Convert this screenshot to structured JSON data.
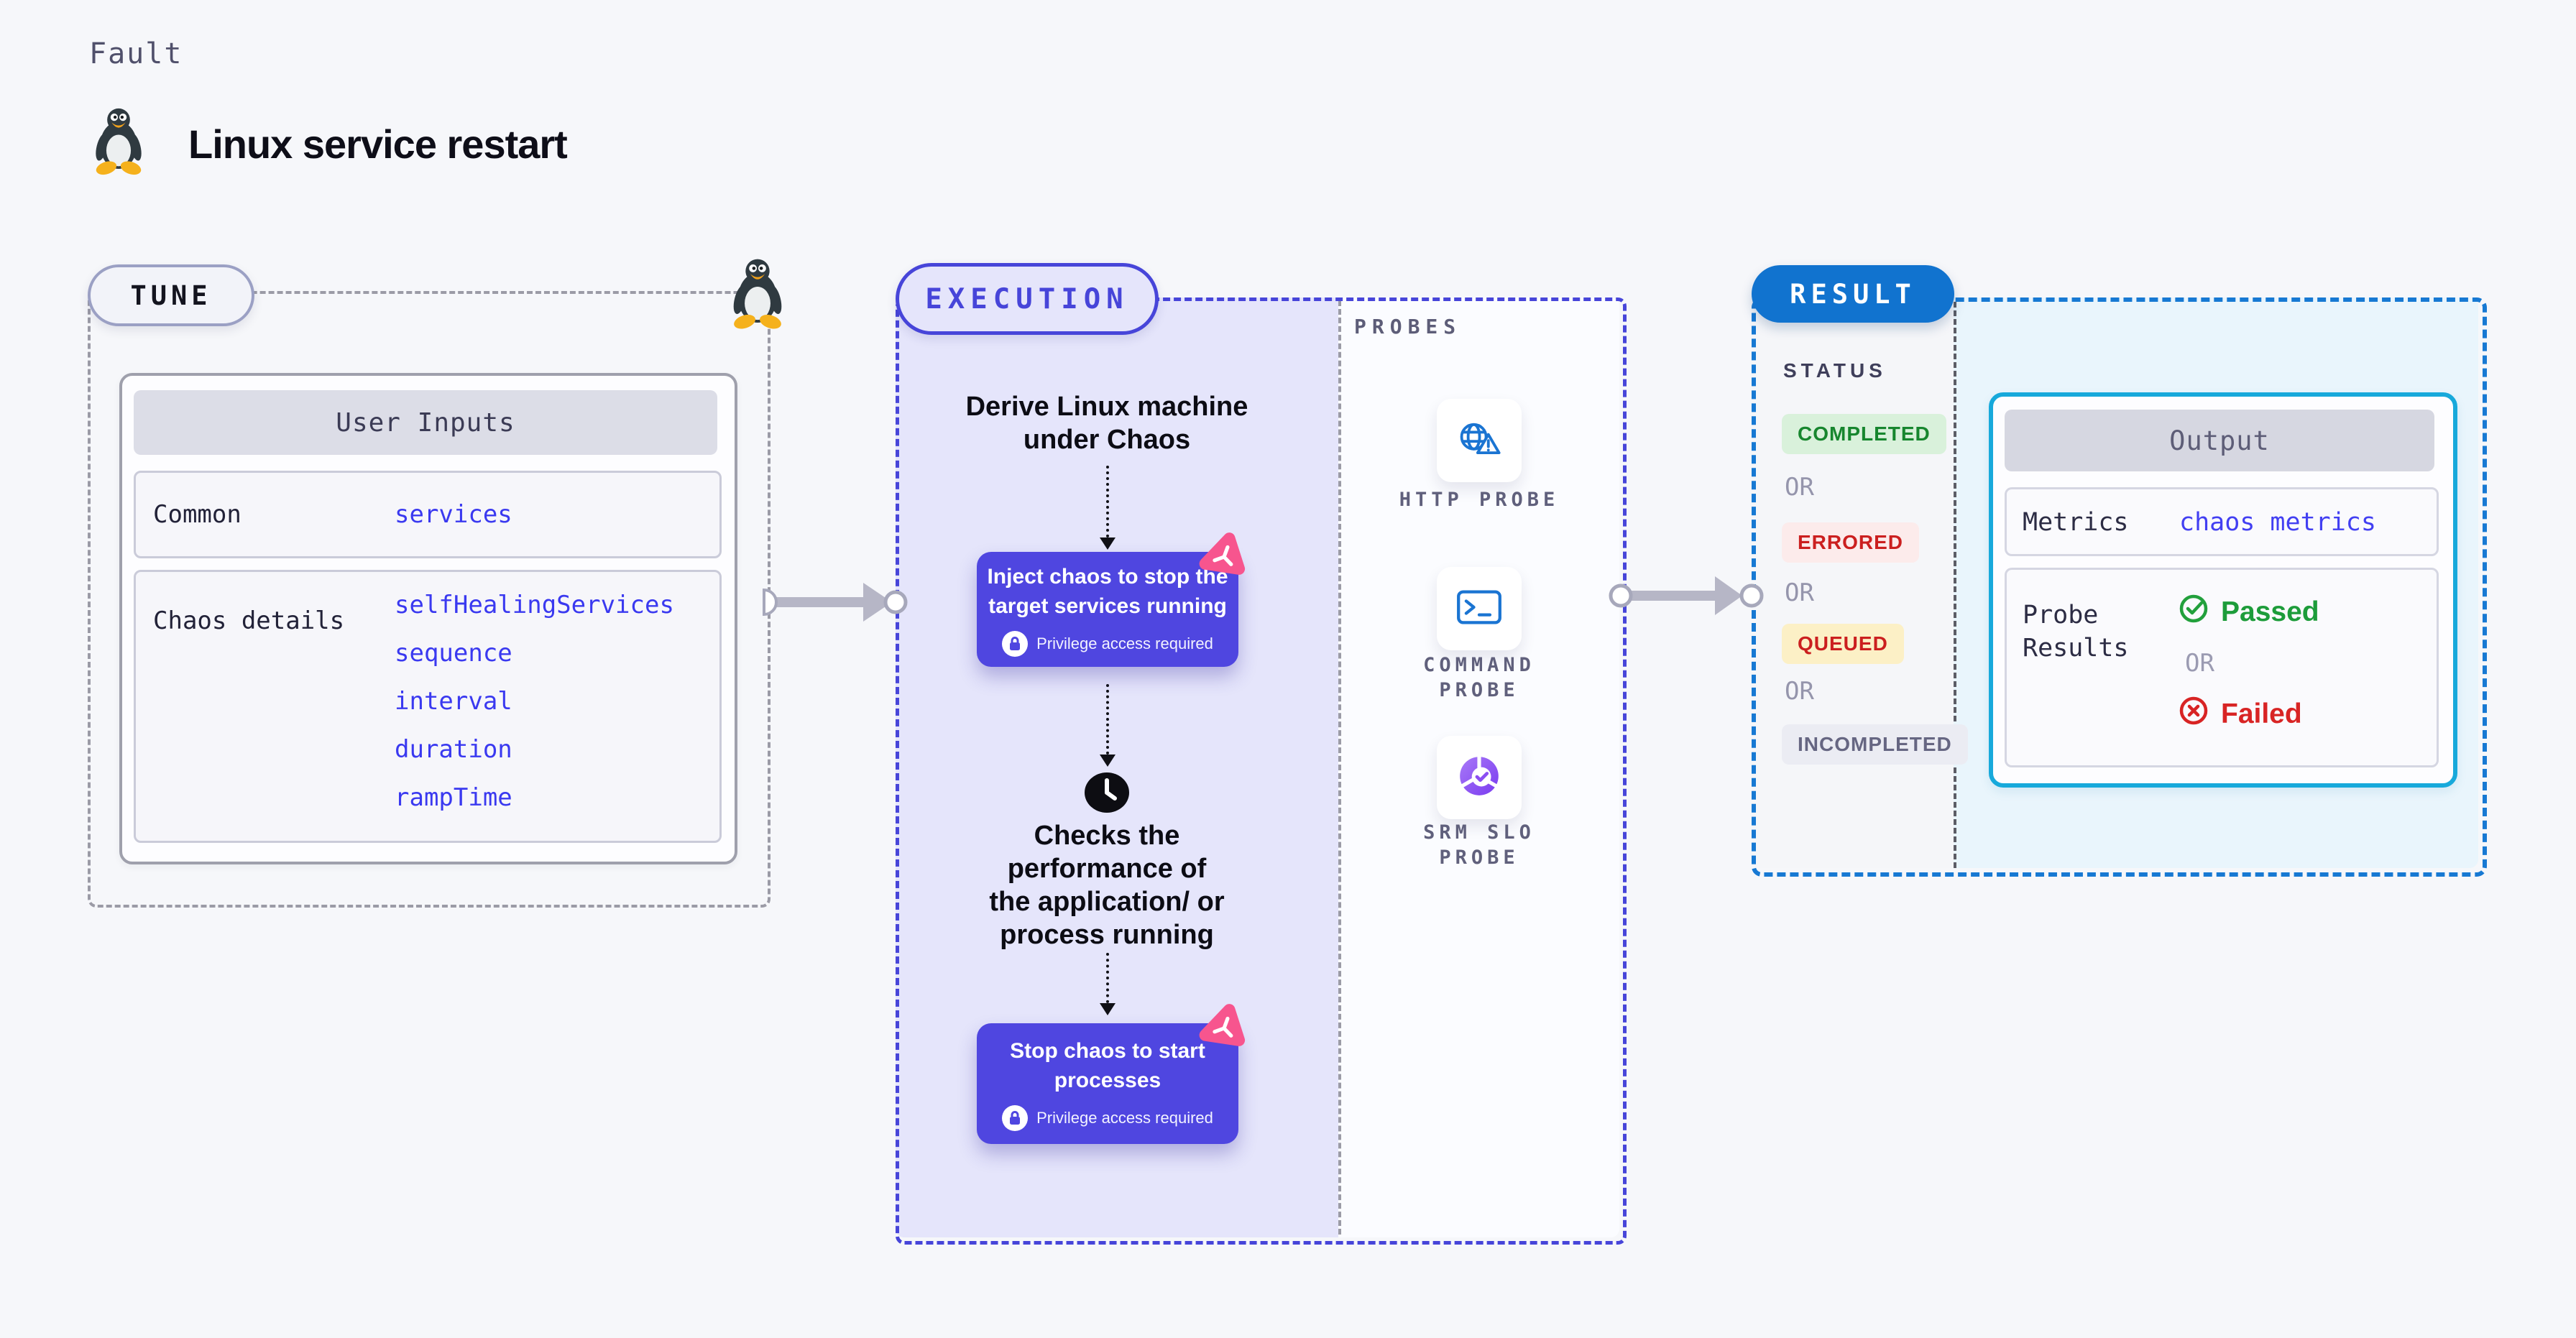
{
  "header": {
    "eyebrow": "Fault",
    "title": "Linux service restart"
  },
  "tune": {
    "badge": "TUNE",
    "table": {
      "header": "User Inputs",
      "rows": [
        {
          "label": "Common",
          "values": [
            "services"
          ]
        },
        {
          "label": "Chaos details",
          "values": [
            "selfHealingServices",
            "sequence",
            "interval",
            "duration",
            "rampTime"
          ]
        }
      ]
    }
  },
  "execution": {
    "badge": "EXECUTION",
    "step1": {
      "lines": [
        "Derive Linux machine",
        "under Chaos"
      ]
    },
    "inject": {
      "lines": [
        "Inject chaos to stop the",
        "target services running"
      ],
      "note": "Privilege access required"
    },
    "check": {
      "lines": [
        "Checks the",
        "performance of",
        "the application/ or",
        "process running"
      ]
    },
    "stop": {
      "lines": [
        "Stop chaos to start",
        "processes"
      ],
      "note": "Privilege access required"
    }
  },
  "probes": {
    "title": "PROBES",
    "items": [
      {
        "icon": "globe-alert-icon",
        "line1": "HTTP PROBE",
        "line2": ""
      },
      {
        "icon": "terminal-icon",
        "line1": "COMMAND",
        "line2": "PROBE"
      },
      {
        "icon": "slo-donut-icon",
        "line1": "SRM SLO",
        "line2": "PROBE"
      }
    ]
  },
  "result": {
    "badge": "RESULT",
    "status": {
      "title": "STATUS",
      "or": "OR",
      "badges": [
        "COMPLETED",
        "ERRORED",
        "QUEUED",
        "INCOMPLETED"
      ]
    },
    "output": {
      "header": "Output",
      "metrics_label": "Metrics",
      "metrics_value": "chaos metrics",
      "probe_label_lines": [
        "Probe",
        "Results"
      ],
      "passed": "Passed",
      "or": "OR",
      "failed": "Failed"
    }
  },
  "colors": {
    "page_bg": "#f6f7fa",
    "indigo_accent": "#4745d9",
    "lavender_fill": "#e5e5fb",
    "chaos_purple": "#4f46e0",
    "pink_icon": "#f7558e",
    "probe_blue": "#1a74d2",
    "srm_purple_gradient": [
      "#a879f7",
      "#7a3bf0"
    ],
    "result_blue": "#1173cf",
    "output_cyan": "#17a9db",
    "cyan_fill": "#e9f5fc",
    "value_blue": "#3a39f0",
    "completed_green": "#17862e",
    "errored_red": "#cb1f1f",
    "queued_yellow_bg": "#fcf0c6",
    "passed_green": "#1d9c3a",
    "failed_red": "#d82424",
    "arrow_gray": "#b6b6c6",
    "dashed_gray": "#9b9ba6"
  }
}
